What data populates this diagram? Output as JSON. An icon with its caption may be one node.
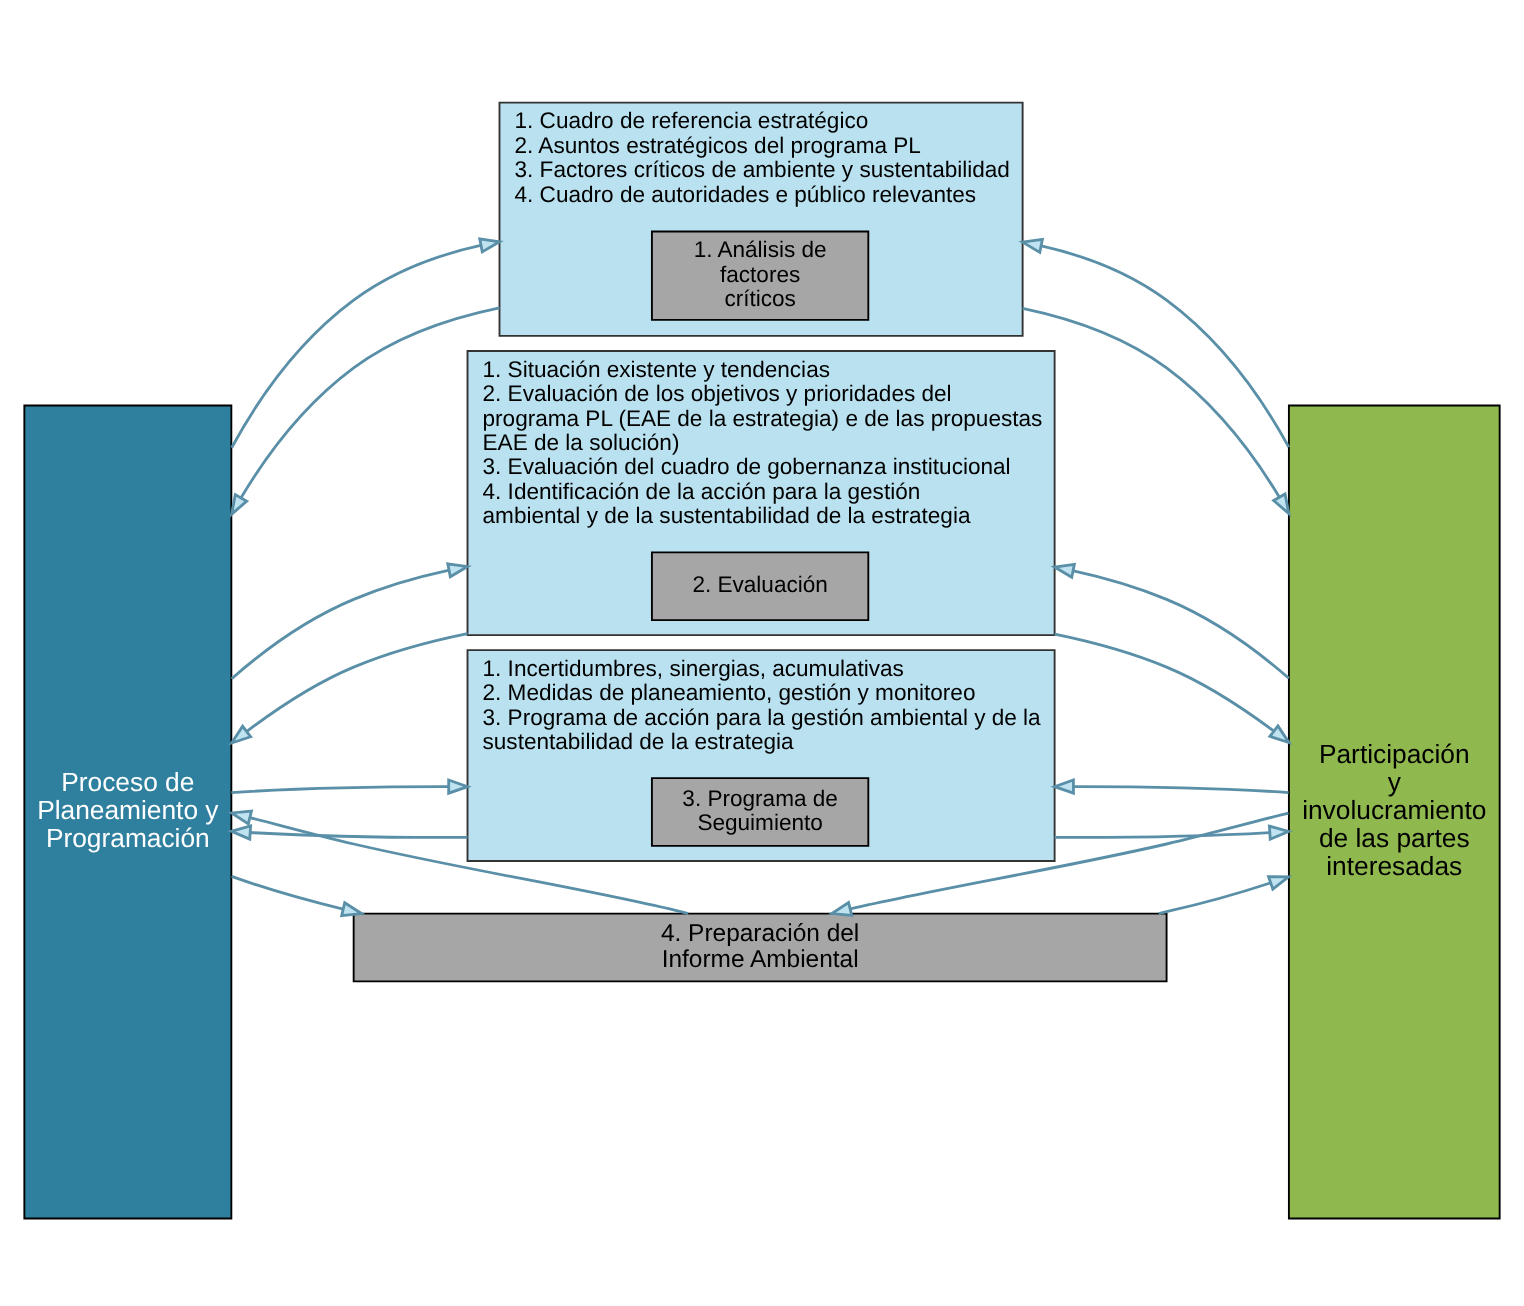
{
  "diagram": {
    "nodes": [
      {
        "text": [
          "Proceso de Planeamiento y Programación"
        ]
      },
      {
        "text": [
          "1. Cuadro de referencia estratégico",
          "2. Asuntos estratégicos del programa PL",
          "3. Factores críticos de ambiente y sustentabilidad",
          "4. Cuadro de autoridades e público relevantes"
        ]
      },
      {
        "text": [
          "1. Análisis de factores críticos"
        ],
        "in": 1
      },
      {
        "text": [
          "1. Situación existente y tendencias",
          "2. Evaluación de los objetivos y prioridades del programa PL (EAE de la estrategia) e de las propuestas EAE de la solución)",
          "3. Evaluación del cuadro de gobernanza institucional",
          "4. Identificación de la acción para la gestión ambiental y de la sustentabilidad de la estrategia"
        ]
      },
      {
        "text": [
          "2. Evaluación"
        ],
        "in": 3
      },
      {
        "text": [
          "1. Incertidumbres, sinergias, acumulativas",
          "2. Medidas de planeamiento, gestión y monitoreo",
          "3. Programa de acción para la gestión ambiental y de la sustentabilidad de la estrategia"
        ]
      },
      {
        "text": [
          "3. Programa de Seguimiento"
        ],
        "in": 5
      },
      {
        "text": [
          "4. Preparación del",
          "Informe Ambiental"
        ]
      },
      {
        "text": [
          "Participación y involucramiento de las partes interesadas"
        ]
      }
    ],
    "edges": [
      {
        "from": 0,
        "to": 1,
        "arrow": "to"
      },
      {
        "from": 1,
        "to": 0,
        "arrow": "to"
      },
      {
        "from": 1,
        "to": 8,
        "arrow": "to"
      },
      {
        "from": 8,
        "to": 1,
        "arrow": "to"
      },
      {
        "from": 0,
        "to": 3,
        "arrow": "to"
      },
      {
        "from": 3,
        "to": 0,
        "arrow": "to"
      },
      {
        "from": 3,
        "to": 8,
        "arrow": "to"
      },
      {
        "from": 8,
        "to": 3,
        "arrow": "to"
      },
      {
        "from": 0,
        "to": 5,
        "arrow": "to"
      },
      {
        "from": 5,
        "to": 0,
        "arrow": "to"
      },
      {
        "from": 5,
        "to": 8,
        "arrow": "to"
      },
      {
        "from": 8,
        "to": 5,
        "arrow": "to"
      },
      {
        "from": 0,
        "to": 7,
        "arrow": "to"
      },
      {
        "from": 7,
        "to": 0,
        "arrow": "to"
      },
      {
        "from": 7,
        "to": 8,
        "arrow": "to"
      },
      {
        "from": 8,
        "to": 7,
        "arrow": "to"
      }
    ]
  }
}
